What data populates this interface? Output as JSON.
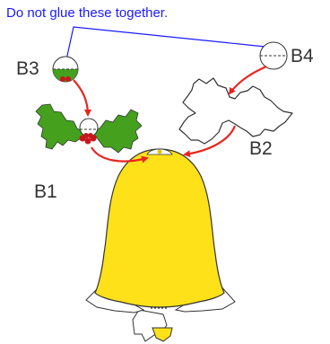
{
  "note": "Do not glue these together.",
  "labels": {
    "b1": "B1",
    "b2": "B2",
    "b3": "B3",
    "b4": "B4"
  },
  "colors": {
    "note": "#1a1aff",
    "connector_line": "#1a1aff",
    "arrow": "#e8251f",
    "holly_leaf": "#45a11d",
    "holly_berry": "#c8161d",
    "bell": "#ffe11a",
    "outline": "#333333"
  },
  "icons": [
    "holly-piece-icon",
    "bow-outline-icon",
    "bell-icon",
    "circle-b3-icon",
    "circle-b4-icon",
    "berry-icon"
  ]
}
